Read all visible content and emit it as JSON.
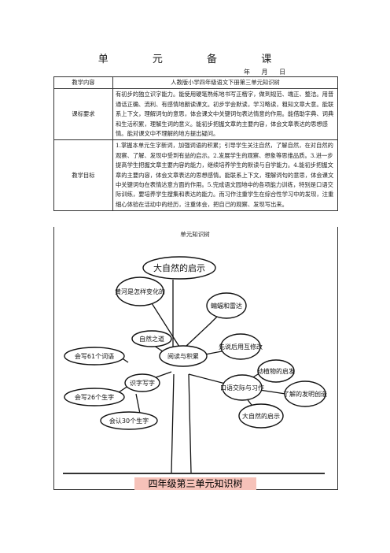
{
  "header": {
    "title": "单 元 备 课",
    "date": "年 月 日"
  },
  "table": {
    "row1": {
      "label": "教学内容",
      "value": "人教版小学四年级语文下册第三单元知识树"
    },
    "row2": {
      "label": "课标要求",
      "value": "有初步的独立识字能力。能使用硬笔熟练地书写正楷字，做到规范、端正、整洁。用普通话正确、流利、有感情地朗读课文。初步学会默读，学习略读，粗知文章大意。能联系上下文，理解词句的意思，体会课文中关键词句表达情意的作用。能借助字典、词典和生活积累，理解生词的意义。能初步把握文章的主要内容，体会文章表达的思想感情。能对课文中不理解的地方提出疑问。"
    },
    "row3": {
      "label": "教学目标",
      "value": "1.掌握本单元生字新词，加强词语的积累；引导学生关注自然，了解自然，在对自然的观察、了解、发现中受到有益的启示。2.发展学生的观察、想象等思维品质。3.进一步提高学生把握文章主要内容的能力，继续培养学生的默读与自学能力。4.能初步把握文章的主要内容，体会文章表达的思想感情。能联系上下文，理解词句的意思，体会课文中关键词句在表情达意方面的作用。5.完成语文园地中的各项能力训练，特别是口语交际训练，要培养学生搜集和表达的能力。而习作注重学生在综合性学习中的发现，注重细心体验在活动中的经历，注重体会，把自己的观察、发现写出来。"
    }
  },
  "tree": {
    "section_title": "单元知识树",
    "root": "大自然的启示",
    "center": "阅读与积累",
    "nodes": {
      "yellow_river": "黄河是怎样变化的",
      "bianque": "蝙蝠和雷达",
      "nature_way": "自然之道",
      "listen_first": "先说后用互修改",
      "animal": "动植物的启发",
      "literacy": "识字写字",
      "oral": "口语交际与习作",
      "inventions": "了解的发明创造",
      "nature_hint": "大自然的启示",
      "write61": "会写61个词语",
      "write26": "会写26个生字",
      "know30": "会认30个生字"
    },
    "banner": "四年级第三单元知识树",
    "colors": {
      "banner_bg": "#f6c2b9",
      "line": "#111111"
    }
  }
}
